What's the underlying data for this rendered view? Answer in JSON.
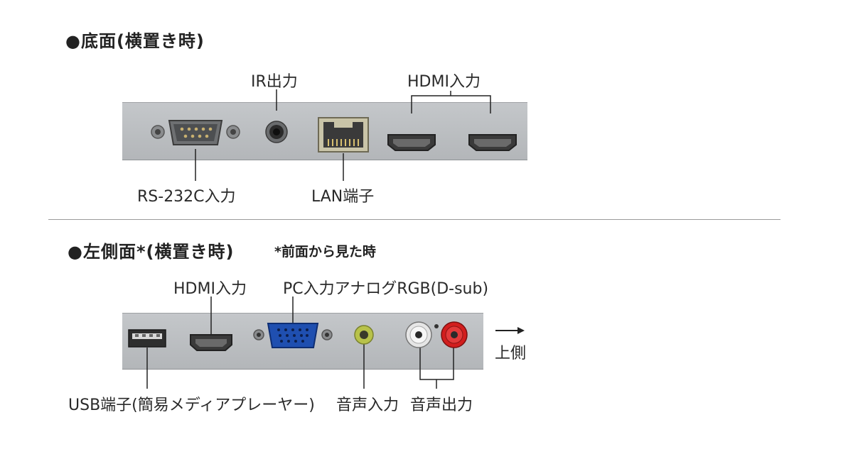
{
  "bottom_section": {
    "heading": "●底面(横置き時)",
    "labels": {
      "ir_out": "IR出力",
      "hdmi_in": "HDMI入力",
      "rs232c_in": "RS-232C入力",
      "lan_port": "LAN端子"
    }
  },
  "left_section": {
    "heading": "●左側面*(横置き時)",
    "note": "*前面から見た時",
    "labels": {
      "hdmi_in": "HDMI入力",
      "pc_in": "PC入力アナログRGB(D-sub)",
      "usb_port": "USB端子(簡易メディアプレーヤー)",
      "audio_in": "音声入力",
      "audio_out": "音声出力",
      "upper_side": "上側"
    }
  },
  "colors": {
    "panel": "#b9bcbf",
    "vga_blue": "#1f4fb0",
    "audio_in_ring": "#b8c24a",
    "rca_white": "#f2f2f2",
    "rca_red": "#d21e1e"
  }
}
